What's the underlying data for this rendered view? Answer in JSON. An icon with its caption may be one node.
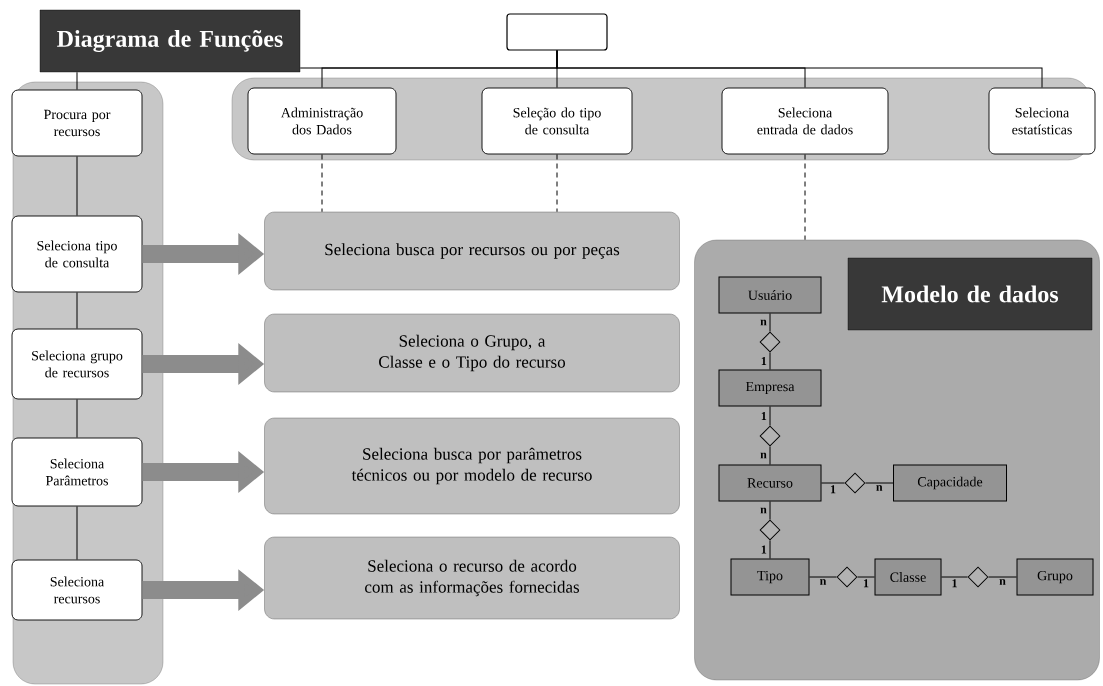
{
  "diagram": {
    "nodes": [
      {
        "text": [],
        "shape": "box"
      },
      {
        "text": [],
        "shape": "box"
      },
      {
        "text": [],
        "shape": "box"
      },
      {
        "text": [
          "Diagrama de Funções"
        ]
      },
      {
        "text": [
          "Procura por recursos"
        ],
        "in": 0
      },
      {
        "text": [
          "Seleciona tipo de consulta"
        ],
        "in": 0
      },
      {
        "text": [
          "Seleciona grupo de recursos"
        ],
        "in": 0
      },
      {
        "text": [
          "Seleciona Parâmetros"
        ],
        "in": 0
      },
      {
        "text": [
          "Seleciona recursos"
        ],
        "in": 0
      },
      {
        "text": [
          "Administração dos Dados"
        ],
        "in": 1
      },
      {
        "text": [
          "Seleção do tipo de consulta"
        ],
        "in": 1
      },
      {
        "text": [
          "Seleciona entrada de dados"
        ],
        "in": 1
      },
      {
        "text": [
          "Seleciona estatísticas"
        ],
        "in": 1
      },
      {
        "text": [
          "Seleciona busca por recursos ou por peças"
        ]
      },
      {
        "text": [
          "Seleciona o Grupo, a Classe e o Tipo do recurso"
        ]
      },
      {
        "text": [
          "Seleciona busca por parâmetros técnicos ou por modelo de recurso"
        ]
      },
      {
        "text": [
          "Seleciona o recurso de acordo com as informações fornecidas"
        ]
      },
      {
        "text": [],
        "shape": "box"
      },
      {
        "text": [
          "Modelo de dados"
        ],
        "in": 17
      },
      {
        "text": [
          "Usuário"
        ],
        "in": 17
      },
      {
        "text": [
          "Empresa"
        ],
        "in": 17
      },
      {
        "text": [
          "Recurso"
        ],
        "in": 17
      },
      {
        "text": [
          "Capacidade"
        ],
        "in": 17
      },
      {
        "text": [
          "Tipo"
        ],
        "in": 17
      },
      {
        "text": [
          "Classe"
        ],
        "in": 17
      },
      {
        "text": [
          "Grupo"
        ],
        "in": 17
      },
      {
        "text": [],
        "shape": "diamond",
        "in": 17
      },
      {
        "text": [],
        "shape": "diamond",
        "in": 17
      },
      {
        "text": [],
        "shape": "diamond",
        "in": 17
      },
      {
        "text": [],
        "shape": "diamond",
        "in": 17
      },
      {
        "text": [],
        "shape": "diamond",
        "in": 17
      },
      {
        "text": [],
        "shape": "diamond",
        "in": 17
      }
    ],
    "edges": [
      {
        "from": 2,
        "to": 3,
        "arrow": "none"
      },
      {
        "from": 2,
        "to": 9,
        "arrow": "none"
      },
      {
        "from": 2,
        "to": 10,
        "arrow": "none"
      },
      {
        "from": 2,
        "to": 11,
        "arrow": "none"
      },
      {
        "from": 2,
        "to": 12,
        "arrow": "none"
      },
      {
        "from": 3,
        "to": 4,
        "arrow": "none"
      },
      {
        "from": 4,
        "to": 5,
        "arrow": "none"
      },
      {
        "from": 5,
        "to": 6,
        "arrow": "none"
      },
      {
        "from": 6,
        "to": 7,
        "arrow": "none"
      },
      {
        "from": 7,
        "to": 8,
        "arrow": "none"
      },
      {
        "from": 5,
        "to": 13,
        "arrow": "to",
        "style": "thick",
        "color": "#8c8c8c"
      },
      {
        "from": 6,
        "to": 14,
        "arrow": "to",
        "style": "thick",
        "color": "#8c8c8c"
      },
      {
        "from": 7,
        "to": 15,
        "arrow": "to",
        "style": "thick",
        "color": "#8c8c8c"
      },
      {
        "from": 8,
        "to": 16,
        "arrow": "to",
        "style": "thick",
        "color": "#8c8c8c"
      },
      {
        "from": 9,
        "to": 13,
        "arrow": "none",
        "style": "dashed"
      },
      {
        "from": 10,
        "to": 13,
        "arrow": "none",
        "style": "dashed"
      },
      {
        "from": 11,
        "to": 17,
        "arrow": "none",
        "style": "dashed"
      },
      {
        "from": 19,
        "to": 26,
        "arrow": "none",
        "label": "n"
      },
      {
        "from": 26,
        "to": 20,
        "arrow": "none",
        "label": "1"
      },
      {
        "from": 20,
        "to": 27,
        "arrow": "none",
        "label": "1"
      },
      {
        "from": 27,
        "to": 21,
        "arrow": "none",
        "label": "n"
      },
      {
        "from": 21,
        "to": 28,
        "arrow": "none",
        "label": "1"
      },
      {
        "from": 28,
        "to": 22,
        "arrow": "none",
        "label": "n"
      },
      {
        "from": 21,
        "to": 29,
        "arrow": "none",
        "label": "n"
      },
      {
        "from": 29,
        "to": 23,
        "arrow": "none",
        "label": "1"
      },
      {
        "from": 23,
        "to": 30,
        "arrow": "none",
        "label": "n"
      },
      {
        "from": 30,
        "to": 24,
        "arrow": "none",
        "label": "1"
      },
      {
        "from": 24,
        "to": 31,
        "arrow": "none",
        "label": "1"
      },
      {
        "from": 31,
        "to": 25,
        "arrow": "none",
        "label": "n"
      }
    ]
  }
}
